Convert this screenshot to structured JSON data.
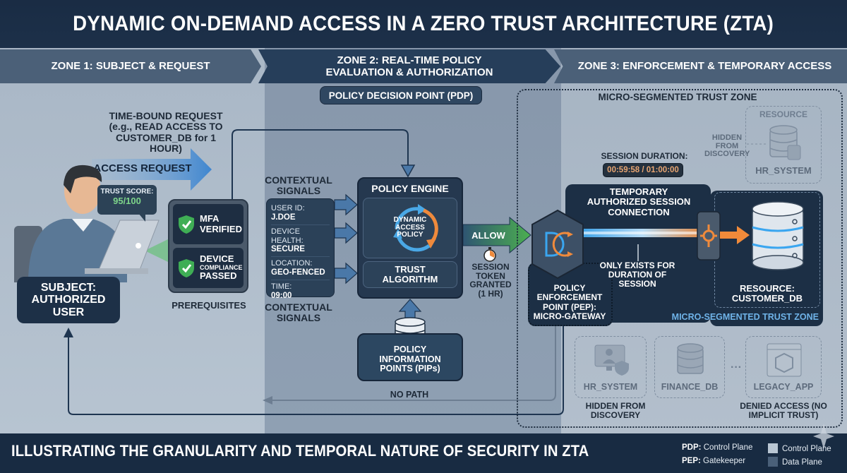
{
  "header": {
    "title": "DYNAMIC ON-DEMAND ACCESS IN A ZERO TRUST ARCHITECTURE (ZTA)"
  },
  "zones": [
    {
      "label": "ZONE 1: SUBJECT & REQUEST"
    },
    {
      "label": "ZONE 2: REAL-TIME POLICY EVALUATION & AUTHORIZATION"
    },
    {
      "label": "ZONE 3: ENFORCEMENT & TEMPORARY ACCESS"
    }
  ],
  "zone1": {
    "request_text": "TIME-BOUND REQUEST (e.g., READ ACCESS TO CUSTOMER_DB for 1 HOUR)",
    "access_request": "ACCESS REQUEST",
    "trust_score_label": "TRUST SCORE:",
    "trust_score_value": "95/100",
    "subject": "SUBJECT: AUTHORIZED USER",
    "prerequisites": [
      {
        "title": "MFA",
        "detail": "VERIFIED",
        "icon": "shield-check-icon"
      },
      {
        "title": "DEVICE",
        "detail_small": "COMPLIANCE",
        "detail": "PASSED",
        "icon": "shield-check-icon"
      }
    ],
    "prerequisites_label": "PREREQUISITES"
  },
  "zone2": {
    "pdp": "POLICY DECISION POINT (PDP)",
    "contextual_signals_label": "CONTEXTUAL SIGNALS",
    "signals": [
      {
        "key": "USER ID:",
        "value": "J.DOE"
      },
      {
        "key": "DEVICE HEALTH:",
        "value": "SECURE"
      },
      {
        "key": "LOCATION:",
        "value": "GEO-FENCED"
      },
      {
        "key": "TIME:",
        "value": "09:00"
      }
    ],
    "policy_engine": "POLICY ENGINE",
    "dynamic_policy": "DYNAMIC ACCESS POLICY",
    "trust_algorithm": "TRUST ALGORITHM",
    "allow": "ALLOW",
    "session_token": "SESSION TOKEN GRANTED (1 HR)",
    "pip": "POLICY INFORMATION POINTS (PIPs)",
    "no_path": "NO PATH"
  },
  "zone3": {
    "mstz_title": "MICRO-SEGMENTED TRUST ZONE",
    "hidden_resource_title": "RESOURCE",
    "hidden_resource_name": "HR_SYSTEM",
    "hidden_from_discovery": "HIDDEN FROM DISCOVERY",
    "session_duration_label": "SESSION DURATION:",
    "session_duration_value": "00:59:58 / 01:00:00",
    "session_elapsed_fraction": 0.9994,
    "temporary_session": "TEMPORARY AUTHORIZED SESSION CONNECTION",
    "only_exists": "ONLY EXISTS FOR DURATION OF SESSION",
    "pep": "POLICY ENFORCEMENT POINT (PEP): MICRO-GATEWAY",
    "resource": "RESOURCE: CUSTOMER_DB",
    "mstz_inner": "MICRO-SEGMENTED TRUST ZONE",
    "denied_resources": [
      {
        "name": "HR_SYSTEM",
        "icon": "monitor-user-shield-icon"
      },
      {
        "name": "FINANCE_DB",
        "icon": "database-icon"
      },
      {
        "name": "LEGACY_APP",
        "icon": "app-window-cube-icon"
      }
    ],
    "hidden_bottom": "HIDDEN FROM DISCOVERY",
    "denied_bottom": "DENIED ACCESS (NO IMPLICIT TRUST)"
  },
  "footer": {
    "text": "ILLUSTRATING THE GRANULARITY AND TEMPORAL NATURE OF SECURITY IN ZTA",
    "legend_pdp_key": "PDP:",
    "legend_pdp_val": "Control Plane",
    "legend_pep_key": "PEP:",
    "legend_pep_val": "Gatekeeper",
    "legend_swatches": [
      {
        "label": "Control Plane",
        "color": "#b9c6d3"
      },
      {
        "label": "Data Plane",
        "color": "#4a6079"
      }
    ]
  },
  "colors": {
    "navy": "#1b2d45",
    "allow_green": "#4caf50",
    "session_blue": "#3aa6f0",
    "session_orange": "#f08a3a",
    "trust_score_green": "#7ed58a",
    "timer_orange": "#e8a572",
    "mstz_label_blue": "#6fb3e8"
  }
}
